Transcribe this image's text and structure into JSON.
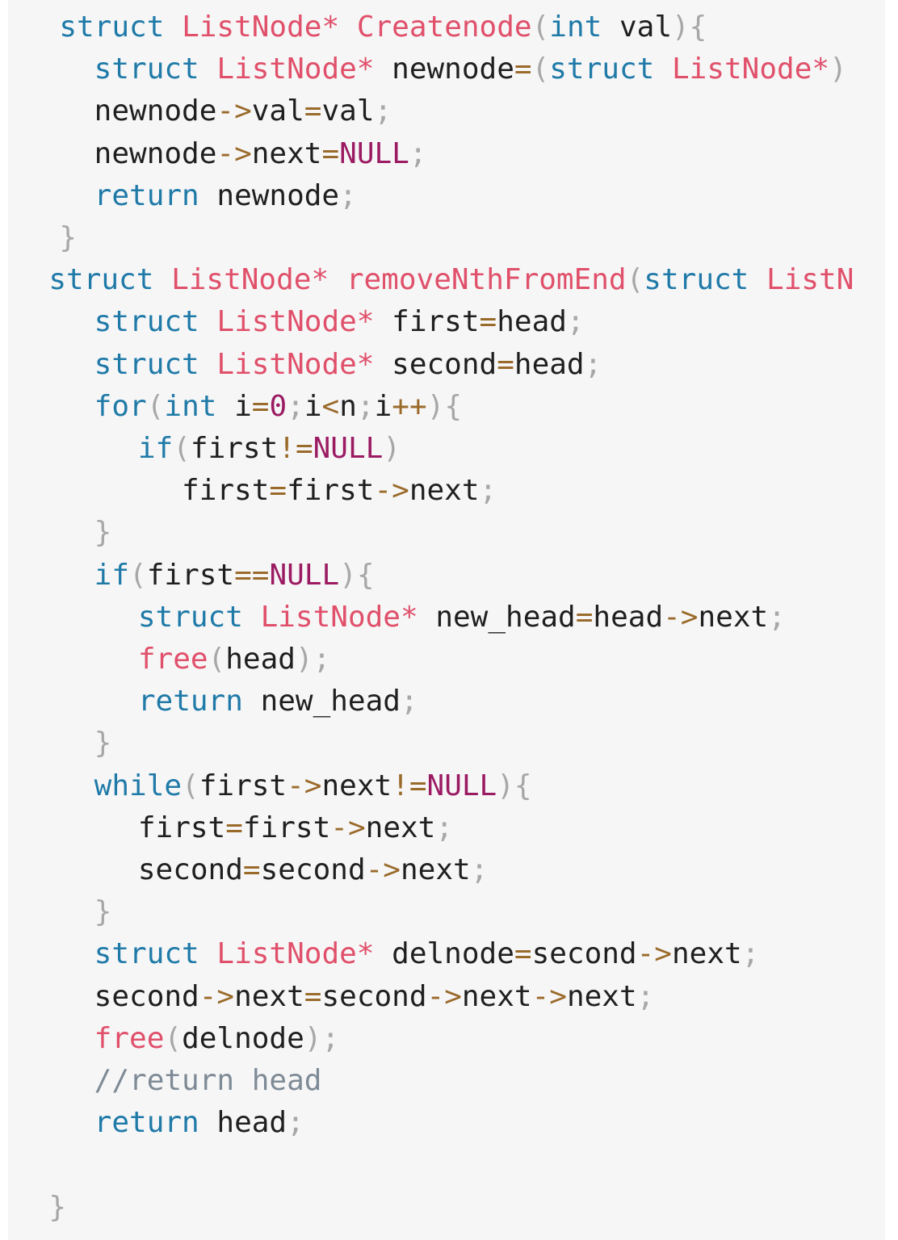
{
  "editor": {
    "lines": [
      {
        "indent": 2,
        "tokens": [
          {
            "t": "kw",
            "v": "struct"
          },
          {
            "t": "id",
            "v": " "
          },
          {
            "t": "ty",
            "v": "ListNode*"
          },
          {
            "t": "id",
            "v": " "
          },
          {
            "t": "ty",
            "v": "Createnode"
          },
          {
            "t": "pu",
            "v": "("
          },
          {
            "t": "kw",
            "v": "int"
          },
          {
            "t": "id",
            "v": " val"
          },
          {
            "t": "pu",
            "v": "){"
          }
        ]
      },
      {
        "indent": 4,
        "tokens": [
          {
            "t": "kw",
            "v": "struct"
          },
          {
            "t": "id",
            "v": " "
          },
          {
            "t": "ty",
            "v": "ListNode*"
          },
          {
            "t": "id",
            "v": " newnode"
          },
          {
            "t": "op",
            "v": "="
          },
          {
            "t": "pu",
            "v": "("
          },
          {
            "t": "kw",
            "v": "struct"
          },
          {
            "t": "id",
            "v": " "
          },
          {
            "t": "ty",
            "v": "ListNode*"
          },
          {
            "t": "pu",
            "v": ")"
          }
        ]
      },
      {
        "indent": 4,
        "tokens": [
          {
            "t": "id",
            "v": "newnode"
          },
          {
            "t": "op",
            "v": "->"
          },
          {
            "t": "id",
            "v": "val"
          },
          {
            "t": "op",
            "v": "="
          },
          {
            "t": "id",
            "v": "val"
          },
          {
            "t": "pu",
            "v": ";"
          }
        ]
      },
      {
        "indent": 4,
        "tokens": [
          {
            "t": "id",
            "v": "newnode"
          },
          {
            "t": "op",
            "v": "->"
          },
          {
            "t": "id",
            "v": "next"
          },
          {
            "t": "op",
            "v": "="
          },
          {
            "t": "nu",
            "v": "NULL"
          },
          {
            "t": "pu",
            "v": ";"
          }
        ]
      },
      {
        "indent": 4,
        "tokens": [
          {
            "t": "kw",
            "v": "return"
          },
          {
            "t": "id",
            "v": " newnode"
          },
          {
            "t": "pu",
            "v": ";"
          }
        ]
      },
      {
        "indent": 2,
        "tokens": [
          {
            "t": "pu",
            "v": "}"
          }
        ]
      },
      {
        "indent": 1.4,
        "tokens": [
          {
            "t": "kw",
            "v": "struct"
          },
          {
            "t": "id",
            "v": " "
          },
          {
            "t": "ty",
            "v": "ListNode*"
          },
          {
            "t": "id",
            "v": " "
          },
          {
            "t": "ty",
            "v": "removeNthFromEnd"
          },
          {
            "t": "pu",
            "v": "("
          },
          {
            "t": "kw",
            "v": "struct"
          },
          {
            "t": "id",
            "v": " "
          },
          {
            "t": "ty",
            "v": "ListNode*"
          }
        ]
      },
      {
        "indent": 4,
        "tokens": [
          {
            "t": "kw",
            "v": "struct"
          },
          {
            "t": "id",
            "v": " "
          },
          {
            "t": "ty",
            "v": "ListNode*"
          },
          {
            "t": "id",
            "v": " first"
          },
          {
            "t": "op",
            "v": "="
          },
          {
            "t": "id",
            "v": "head"
          },
          {
            "t": "pu",
            "v": ";"
          }
        ]
      },
      {
        "indent": 4,
        "tokens": [
          {
            "t": "kw",
            "v": "struct"
          },
          {
            "t": "id",
            "v": " "
          },
          {
            "t": "ty",
            "v": "ListNode*"
          },
          {
            "t": "id",
            "v": " second"
          },
          {
            "t": "op",
            "v": "="
          },
          {
            "t": "id",
            "v": "head"
          },
          {
            "t": "pu",
            "v": ";"
          }
        ]
      },
      {
        "indent": 4,
        "tokens": [
          {
            "t": "kw",
            "v": "for"
          },
          {
            "t": "pu",
            "v": "("
          },
          {
            "t": "kw",
            "v": "int"
          },
          {
            "t": "id",
            "v": " i"
          },
          {
            "t": "op",
            "v": "="
          },
          {
            "t": "nu",
            "v": "0"
          },
          {
            "t": "pu",
            "v": ";"
          },
          {
            "t": "id",
            "v": "i"
          },
          {
            "t": "op",
            "v": "<"
          },
          {
            "t": "id",
            "v": "n"
          },
          {
            "t": "pu",
            "v": ";"
          },
          {
            "t": "id",
            "v": "i"
          },
          {
            "t": "op",
            "v": "++"
          },
          {
            "t": "pu",
            "v": "){"
          }
        ]
      },
      {
        "indent": 6.5,
        "tokens": [
          {
            "t": "kw",
            "v": "if"
          },
          {
            "t": "pu",
            "v": "("
          },
          {
            "t": "id",
            "v": "first"
          },
          {
            "t": "op",
            "v": "!="
          },
          {
            "t": "nu",
            "v": "NULL"
          },
          {
            "t": "pu",
            "v": ")"
          }
        ]
      },
      {
        "indent": 9,
        "tokens": [
          {
            "t": "id",
            "v": "first"
          },
          {
            "t": "op",
            "v": "="
          },
          {
            "t": "id",
            "v": "first"
          },
          {
            "t": "op",
            "v": "->"
          },
          {
            "t": "id",
            "v": "next"
          },
          {
            "t": "pu",
            "v": ";"
          }
        ]
      },
      {
        "indent": 4,
        "tokens": [
          {
            "t": "pu",
            "v": "}"
          }
        ]
      },
      {
        "indent": 4,
        "tokens": [
          {
            "t": "kw",
            "v": "if"
          },
          {
            "t": "pu",
            "v": "("
          },
          {
            "t": "id",
            "v": "first"
          },
          {
            "t": "op",
            "v": "=="
          },
          {
            "t": "nu",
            "v": "NULL"
          },
          {
            "t": "pu",
            "v": "){"
          }
        ]
      },
      {
        "indent": 6.5,
        "tokens": [
          {
            "t": "kw",
            "v": "struct"
          },
          {
            "t": "id",
            "v": " "
          },
          {
            "t": "ty",
            "v": "ListNode*"
          },
          {
            "t": "id",
            "v": " new_head"
          },
          {
            "t": "op",
            "v": "="
          },
          {
            "t": "id",
            "v": "head"
          },
          {
            "t": "op",
            "v": "->"
          },
          {
            "t": "id",
            "v": "next"
          },
          {
            "t": "pu",
            "v": ";"
          }
        ]
      },
      {
        "indent": 6.5,
        "tokens": [
          {
            "t": "ty",
            "v": "free"
          },
          {
            "t": "pu",
            "v": "("
          },
          {
            "t": "id",
            "v": "head"
          },
          {
            "t": "pu",
            "v": ");"
          }
        ]
      },
      {
        "indent": 6.5,
        "tokens": [
          {
            "t": "kw",
            "v": "return"
          },
          {
            "t": "id",
            "v": " new_head"
          },
          {
            "t": "pu",
            "v": ";"
          }
        ]
      },
      {
        "indent": 4,
        "tokens": [
          {
            "t": "pu",
            "v": "}"
          }
        ]
      },
      {
        "indent": 4,
        "tokens": [
          {
            "t": "kw",
            "v": "while"
          },
          {
            "t": "pu",
            "v": "("
          },
          {
            "t": "id",
            "v": "first"
          },
          {
            "t": "op",
            "v": "->"
          },
          {
            "t": "id",
            "v": "next"
          },
          {
            "t": "op",
            "v": "!="
          },
          {
            "t": "nu",
            "v": "NULL"
          },
          {
            "t": "pu",
            "v": "){"
          }
        ]
      },
      {
        "indent": 6.5,
        "tokens": [
          {
            "t": "id",
            "v": "first"
          },
          {
            "t": "op",
            "v": "="
          },
          {
            "t": "id",
            "v": "first"
          },
          {
            "t": "op",
            "v": "->"
          },
          {
            "t": "id",
            "v": "next"
          },
          {
            "t": "pu",
            "v": ";"
          }
        ]
      },
      {
        "indent": 6.5,
        "tokens": [
          {
            "t": "id",
            "v": "second"
          },
          {
            "t": "op",
            "v": "="
          },
          {
            "t": "id",
            "v": "second"
          },
          {
            "t": "op",
            "v": "->"
          },
          {
            "t": "id",
            "v": "next"
          },
          {
            "t": "pu",
            "v": ";"
          }
        ]
      },
      {
        "indent": 4,
        "tokens": [
          {
            "t": "pu",
            "v": "}"
          }
        ]
      },
      {
        "indent": 4,
        "tokens": [
          {
            "t": "kw",
            "v": "struct"
          },
          {
            "t": "id",
            "v": " "
          },
          {
            "t": "ty",
            "v": "ListNode*"
          },
          {
            "t": "id",
            "v": " delnode"
          },
          {
            "t": "op",
            "v": "="
          },
          {
            "t": "id",
            "v": "second"
          },
          {
            "t": "op",
            "v": "->"
          },
          {
            "t": "id",
            "v": "next"
          },
          {
            "t": "pu",
            "v": ";"
          }
        ]
      },
      {
        "indent": 4,
        "tokens": [
          {
            "t": "id",
            "v": "second"
          },
          {
            "t": "op",
            "v": "->"
          },
          {
            "t": "id",
            "v": "next"
          },
          {
            "t": "op",
            "v": "="
          },
          {
            "t": "id",
            "v": "second"
          },
          {
            "t": "op",
            "v": "->"
          },
          {
            "t": "id",
            "v": "next"
          },
          {
            "t": "op",
            "v": "->"
          },
          {
            "t": "id",
            "v": "next"
          },
          {
            "t": "pu",
            "v": ";"
          }
        ]
      },
      {
        "indent": 4,
        "tokens": [
          {
            "t": "ty",
            "v": "free"
          },
          {
            "t": "pu",
            "v": "("
          },
          {
            "t": "id",
            "v": "delnode"
          },
          {
            "t": "pu",
            "v": ");"
          }
        ]
      },
      {
        "indent": 4,
        "tokens": [
          {
            "t": "cm",
            "v": "//return head"
          }
        ]
      },
      {
        "indent": 4,
        "tokens": [
          {
            "t": "kw",
            "v": "return"
          },
          {
            "t": "id",
            "v": " head"
          },
          {
            "t": "pu",
            "v": ";"
          }
        ]
      },
      {
        "indent": 0,
        "tokens": []
      },
      {
        "indent": 1.4,
        "tokens": [
          {
            "t": "pu",
            "v": "}"
          }
        ]
      }
    ]
  }
}
